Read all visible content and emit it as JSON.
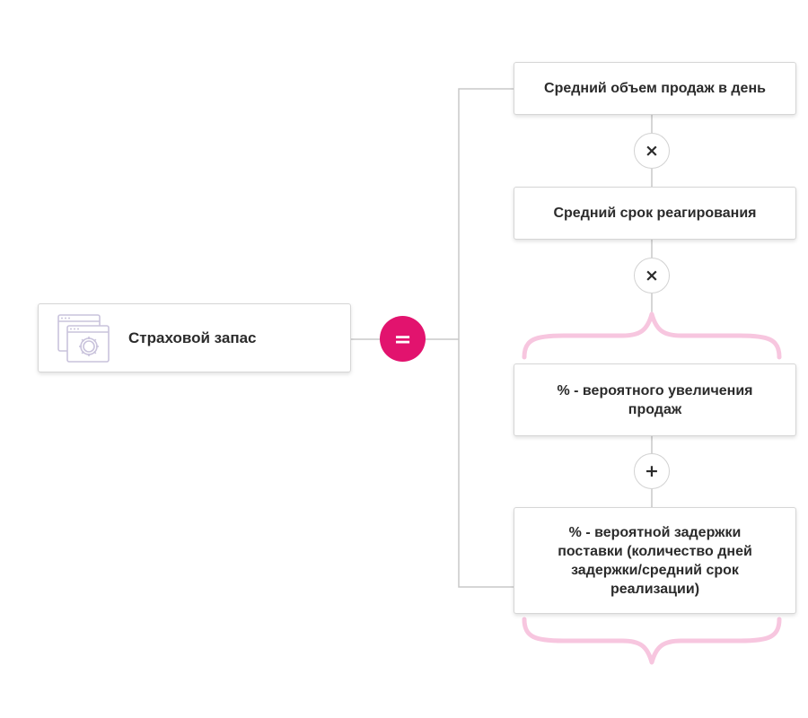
{
  "diagram": {
    "main_label": "Страховой запас",
    "equals_symbol": "=",
    "factors": [
      {
        "label": "Средний объем продаж в день"
      },
      {
        "label": "Средний срок реагирования"
      },
      {
        "label": "% - вероятного увеличения продаж"
      },
      {
        "label": "% - вероятной задержки поставки (количество дней задержки/средний срок реализации)"
      }
    ],
    "operators": [
      "×",
      "×",
      "+"
    ]
  },
  "colors": {
    "accent": "#e2136e",
    "brace": "#f7c6df",
    "connector": "#c8c8c8",
    "icon": "#c9c3dc"
  },
  "icons": {
    "main": "settings-window-icon"
  }
}
